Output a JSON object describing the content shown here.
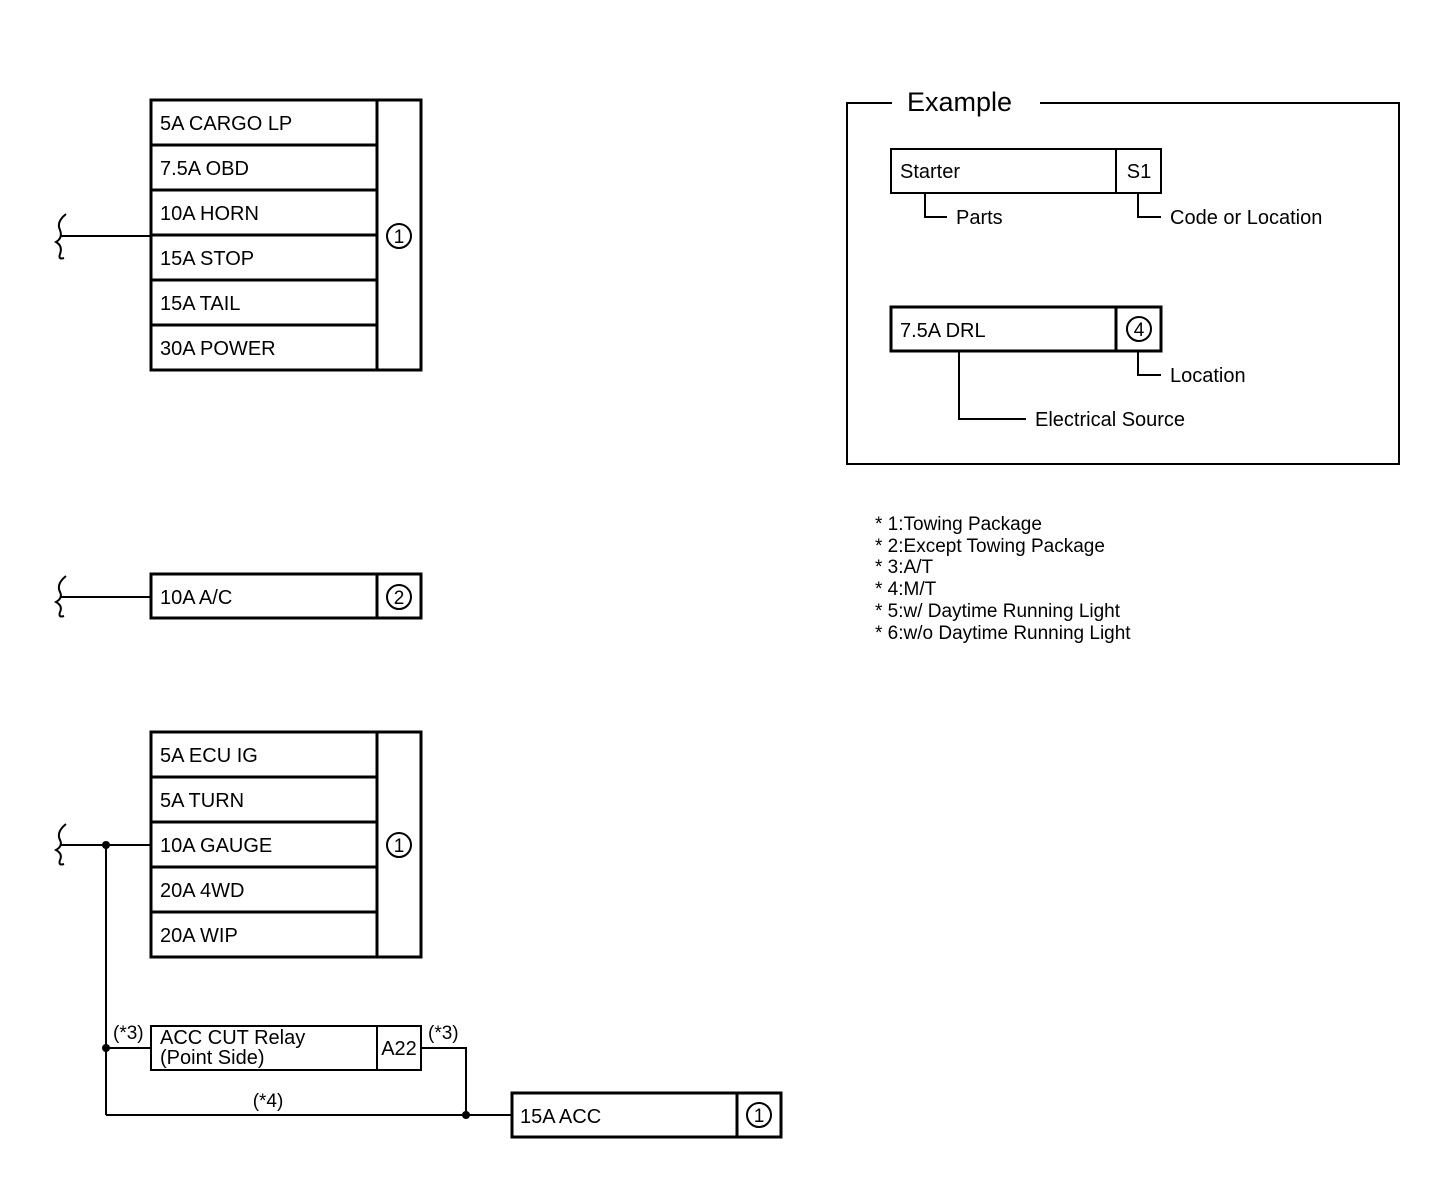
{
  "group1": {
    "fuses": [
      "5A CARGO LP",
      "7.5A OBD",
      "10A HORN",
      "15A STOP",
      "15A TAIL",
      "30A POWER"
    ],
    "location": "1"
  },
  "group2": {
    "fuses": [
      "10A A/C"
    ],
    "location": "2"
  },
  "group3": {
    "fuses": [
      "5A ECU IG",
      "5A TURN",
      "10A GAUGE",
      "20A 4WD",
      "20A WIP"
    ],
    "location": "1"
  },
  "relay": {
    "line1": "ACC CUT Relay",
    "line2": "(Point Side)",
    "code": "A22",
    "note_left": "(*3)",
    "note_right": "(*3)"
  },
  "acc_fuse": {
    "label": "15A ACC",
    "location": "1",
    "wire_note": "(*4)"
  },
  "example": {
    "title": "Example",
    "part_name": "Starter",
    "part_code": "S1",
    "parts_label": "Parts",
    "code_label": "Code or Location",
    "source_name": "7.5A DRL",
    "source_location": "4",
    "location_label": "Location",
    "source_label": "Electrical Source"
  },
  "footnotes": [
    "* 1:Towing Package",
    "* 2:Except Towing Package",
    "* 3:A/T",
    "* 4:M/T",
    "* 5:w/ Daytime Running Light",
    "* 6:w/o Daytime Running Light"
  ]
}
